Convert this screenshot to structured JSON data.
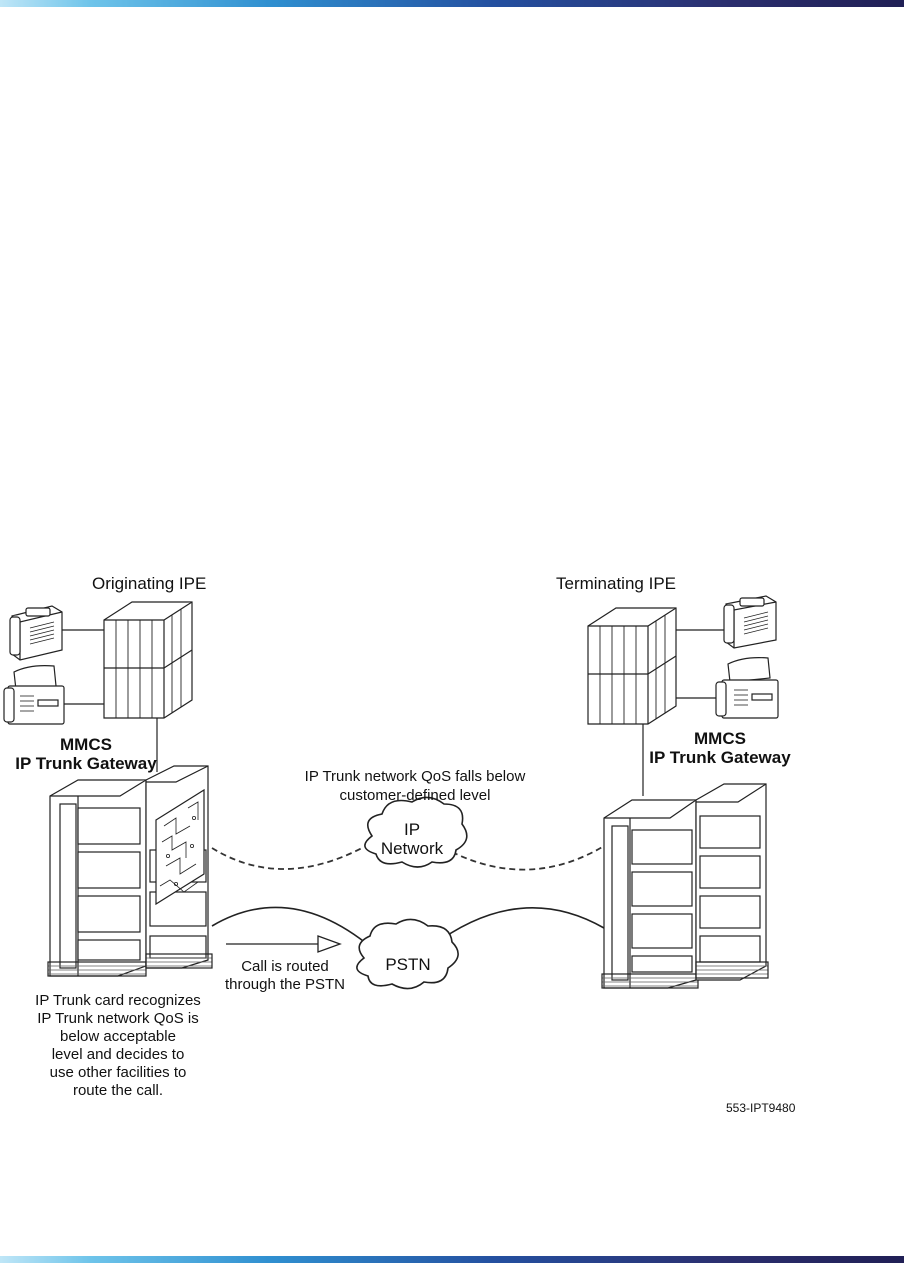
{
  "labels": {
    "originating": "Originating IPE",
    "terminating": "Terminating IPE",
    "gw_left_line1": "MMCS",
    "gw_left_line2": "IP Trunk Gateway",
    "gw_right_line1": "MMCS",
    "gw_right_line2": "IP Trunk Gateway",
    "qos_line1": "IP Trunk network QoS falls below",
    "qos_line2": "customer-defined level",
    "ip_network_line1": "IP",
    "ip_network_line2": "Network",
    "pstn": "PSTN",
    "routed_line1": "Call is routed",
    "routed_line2": "through the PSTN",
    "card_line1": "IP Trunk card recognizes",
    "card_line2": "IP Trunk network QoS is",
    "card_line3": "below acceptable",
    "card_line4": "level and decides to",
    "card_line5": "use other facilities to",
    "card_line6": "route the call.",
    "figure_id": "553-IPT9480"
  },
  "colors": {
    "line": "#222222",
    "band_start": "#6ec4ea",
    "band_end": "#201f55"
  }
}
